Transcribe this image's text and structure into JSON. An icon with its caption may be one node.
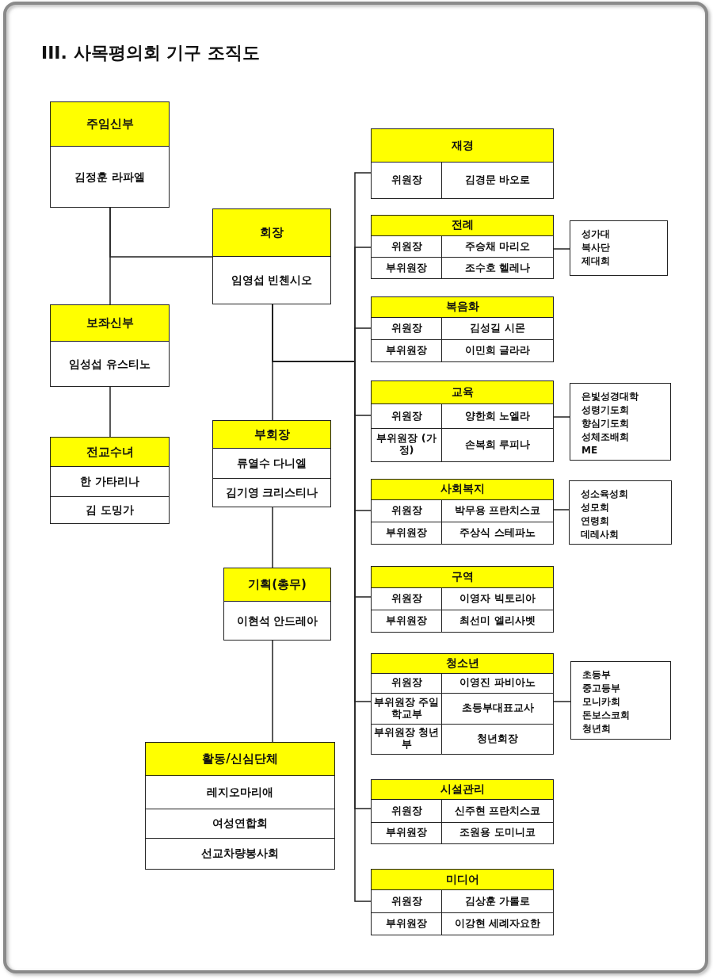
{
  "diagram": {
    "title": "III. 사목평의회 기구 조직도",
    "nodes": [
      {
        "text": [
          "주임신부",
          "김정훈 라파엘"
        ]
      },
      {
        "text": [
          "회장",
          "임영섭 빈첸시오"
        ]
      },
      {
        "text": [
          "보좌신부",
          "임성섭 유스티노"
        ]
      },
      {
        "text": [
          "전교수녀",
          "한 가타리나",
          "김 도밍가"
        ]
      },
      {
        "text": [
          "부회장",
          "류열수 다니엘",
          "김기영 크리스티나"
        ]
      },
      {
        "text": [
          "기획(총무)",
          "이현석 안드레아"
        ]
      },
      {
        "text": [
          "활동/신심단체",
          "레지오마리애",
          "여성연합회",
          "선교차량봉사회"
        ]
      },
      {
        "text": [
          "재경",
          "위원장",
          "김경문 바오로"
        ]
      },
      {
        "text": [
          "전례",
          "위원장",
          "주승채 마리오",
          "부위원장",
          "조수호 헬레나"
        ]
      },
      {
        "text": [
          "성가대",
          "복사단",
          "제대회"
        ]
      },
      {
        "text": [
          "복음화",
          "위원장",
          "김성길 시몬",
          "부위원장",
          "이민희 글라라"
        ]
      },
      {
        "text": [
          "교육",
          "위원장",
          "양한희 노엘라",
          "부위원장 (가정)",
          "손복희 루피나"
        ]
      },
      {
        "text": [
          "은빛성경대학",
          "성령기도회",
          "향심기도회",
          "성체조배회",
          "ME"
        ]
      },
      {
        "text": [
          "사회복지",
          "위원장",
          "박무용 프란치스코",
          "부위원장",
          "주상식 스테파노"
        ]
      },
      {
        "text": [
          "성소육성회",
          "성모회",
          "연령회",
          "데레사회"
        ]
      },
      {
        "text": [
          "구역",
          "위원장",
          "이영자 빅토리아",
          "부위원장",
          "최선미 엘리사벳"
        ]
      },
      {
        "text": [
          "청소년",
          "위원장",
          "이영진 파비아노",
          "부위원장 주일학교부",
          "초등부대표교사",
          "부위원장 청년부",
          "청년회장"
        ]
      },
      {
        "text": [
          "초등부",
          "중고등부",
          "모니카회",
          "돈보스코회",
          "청년회"
        ]
      },
      {
        "text": [
          "시설관리",
          "위원장",
          "신주현 프란치스코",
          "부위원장",
          "조원용 도미니코"
        ]
      },
      {
        "text": [
          "미디어",
          "위원장",
          "김상훈 가롤로",
          "부위원장",
          "이강현 세례자요한"
        ]
      }
    ],
    "edges": [
      {
        "from": 0,
        "to": 2,
        "arrow": "none"
      },
      {
        "from": 0,
        "to": 1,
        "arrow": "none"
      },
      {
        "from": 2,
        "to": 3,
        "arrow": "none"
      },
      {
        "from": 1,
        "to": 4,
        "arrow": "none"
      },
      {
        "from": 4,
        "to": 5,
        "arrow": "none"
      },
      {
        "from": 5,
        "to": 6,
        "arrow": "none"
      },
      {
        "from": 1,
        "to": 7,
        "arrow": "none"
      },
      {
        "from": 1,
        "to": 8,
        "arrow": "none"
      },
      {
        "from": 1,
        "to": 10,
        "arrow": "none"
      },
      {
        "from": 1,
        "to": 11,
        "arrow": "none"
      },
      {
        "from": 1,
        "to": 13,
        "arrow": "none"
      },
      {
        "from": 1,
        "to": 15,
        "arrow": "none"
      },
      {
        "from": 1,
        "to": 16,
        "arrow": "none"
      },
      {
        "from": 1,
        "to": 18,
        "arrow": "none"
      },
      {
        "from": 1,
        "to": 19,
        "arrow": "none"
      },
      {
        "from": 8,
        "to": 9,
        "arrow": "none"
      },
      {
        "from": 11,
        "to": 12,
        "arrow": "none"
      },
      {
        "from": 13,
        "to": 14,
        "arrow": "none"
      },
      {
        "from": 16,
        "to": 17,
        "arrow": "none"
      }
    ]
  }
}
